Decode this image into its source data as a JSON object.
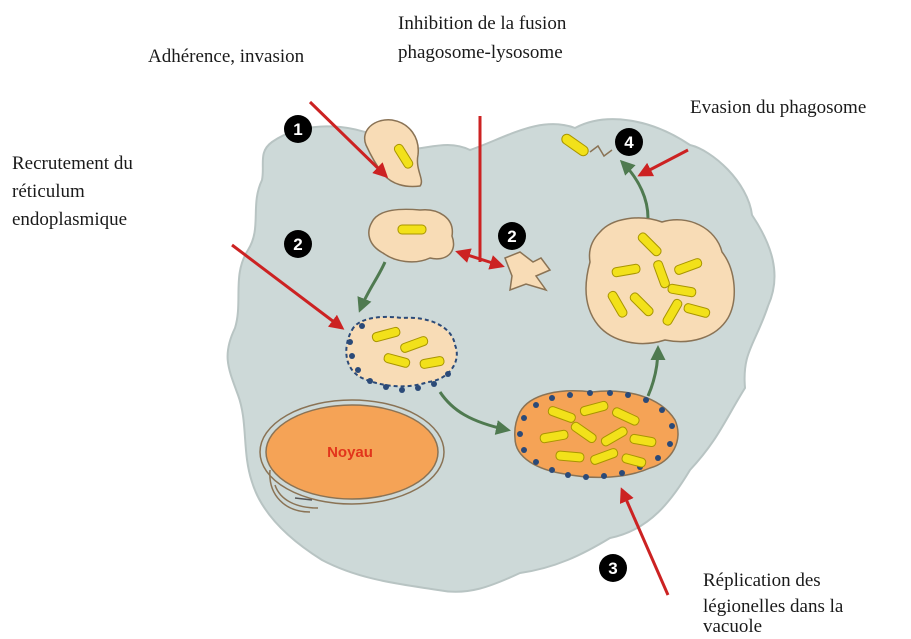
{
  "labels": {
    "adhesion": "Adhérence, invasion",
    "fusion_line1": "Inhibition de la fusion",
    "fusion_line2": "phagosome-lysosome",
    "evasion": "Evasion du phagosome",
    "recruit_line1": "Recrutement du",
    "recruit_line2": "réticulum",
    "recruit_line3": "endoplasmique",
    "replication_line1": "Réplication des",
    "replication_line2": "légionelles dans la",
    "replication_line3": "vacuole"
  },
  "nucleus_label": "Noyau",
  "step_markers": [
    "1",
    "2",
    "2",
    "3",
    "4"
  ],
  "colors": {
    "cell": "#cdd9d8",
    "cell_outline": "#b8c4c3",
    "vacuole": "#f8dcb6",
    "nucleus": "#f5a356",
    "nucleus_text": "#e2341b",
    "bacterium": "#f2e11a",
    "ribosome": "#2b4a78",
    "arrow_red": "#cc2222",
    "arrow_green": "#4f7a50",
    "marker": "#000000"
  }
}
